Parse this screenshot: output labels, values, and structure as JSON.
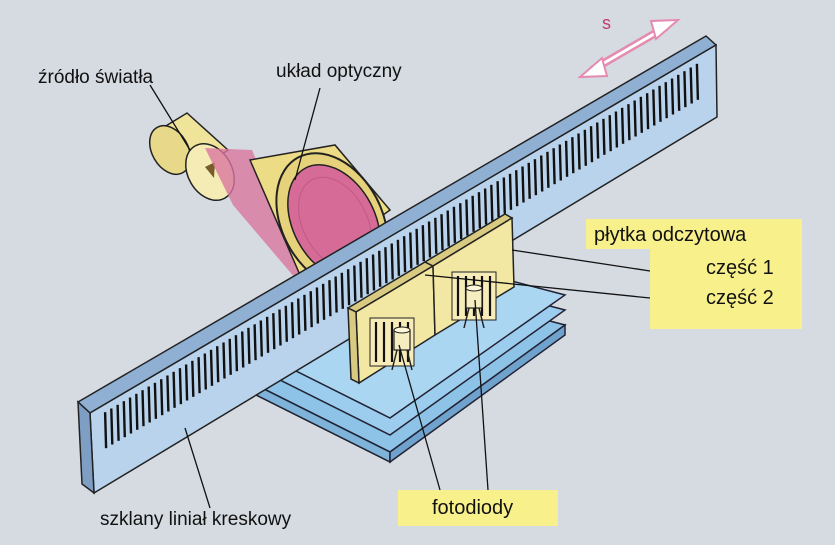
{
  "labels": {
    "light_source": "źródło światła",
    "optical_system": "układ optyczny",
    "movement_symbol": "s",
    "reading_plate": "płytka odczytowa",
    "part_1": "część 1",
    "part_2": "część 2",
    "photodiodes": "fotodiody",
    "glass_scale": "szklany liniał kreskowy"
  },
  "colors": {
    "background": "#d6dbe2",
    "scale_face": "#b9d3ec",
    "scale_edge": "#8fb0d3",
    "base_blue": "#8ec3e8",
    "plate_yellow": "#f3e7a4",
    "lens_gold": "#eddc86",
    "light_pink": "#d9779f",
    "label_box": "#f8f08a",
    "arrow_pink": "#e58ab0"
  }
}
